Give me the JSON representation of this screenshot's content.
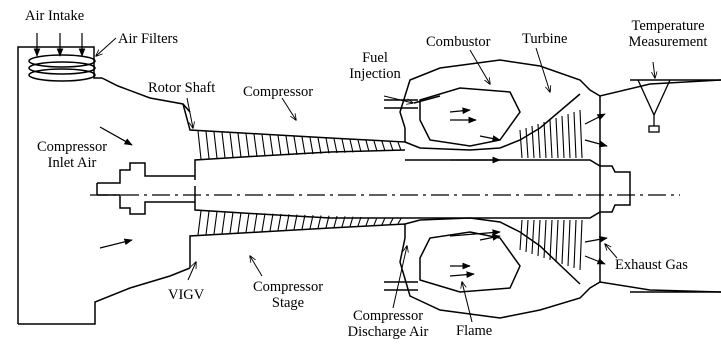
{
  "labels": {
    "air_intake": "Air Intake",
    "air_filters": "Air Filters",
    "rotor_shaft": "Rotor Shaft",
    "compressor": "Compressor",
    "fuel_injection_1": "Fuel",
    "fuel_injection_2": "Injection",
    "combustor": "Combustor",
    "turbine": "Turbine",
    "temp_meas_1": "Temperature",
    "temp_meas_2": "Measurement",
    "compressor_inlet_air_1": "Compressor",
    "compressor_inlet_air_2": "Inlet Air",
    "vigv": "VIGV",
    "compressor_stage_1": "Compressor",
    "compressor_stage_2": "Stage",
    "compressor_discharge_1": "Compressor",
    "compressor_discharge_2": "Discharge Air",
    "flame": "Flame",
    "exhaust_gas": "Exhaust Gas"
  },
  "colors": {
    "stroke": "#000000",
    "background": "#ffffff"
  }
}
